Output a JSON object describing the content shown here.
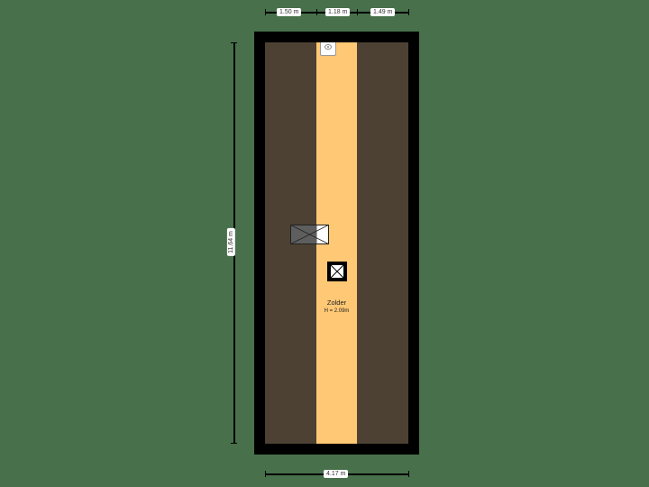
{
  "floorplan": {
    "room": {
      "name": "Zolder",
      "height_label": "H = 2.09m"
    },
    "dimensions": {
      "top": [
        "1.50 m",
        "1.18 m",
        "1.49 m"
      ],
      "left": "11.64 m",
      "bottom": "4.17 m"
    },
    "fixtures": [
      "boiler",
      "skylight",
      "roof-hatch"
    ],
    "colors": {
      "background": "#48704b",
      "wall": "#000000",
      "floor_dark": "#4d4133",
      "floor_highlight": "#ffc874"
    }
  }
}
